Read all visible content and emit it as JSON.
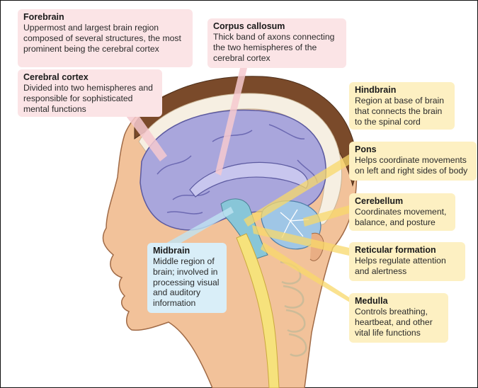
{
  "labels": {
    "forebrain": {
      "title": "Forebrain",
      "desc": "Uppermost and largest brain region composed of several structures, the most prominent being the cerebral cortex"
    },
    "corpus_callosum": {
      "title": "Corpus callosum",
      "desc": "Thick band of axons connecting the two hemispheres of the cerebral cortex"
    },
    "cerebral_cortex": {
      "title": "Cerebral cortex",
      "desc": "Divided into two hemispheres and responsible for sophisticated mental functions"
    },
    "hindbrain": {
      "title": "Hindbrain",
      "desc": "Region at base of brain that connects the brain to the spinal cord"
    },
    "pons": {
      "title": "Pons",
      "desc": "Helps coordinate movements on left and right sides of body"
    },
    "cerebellum": {
      "title": "Cerebellum",
      "desc": "Coordinates movement, balance, and posture"
    },
    "midbrain": {
      "title": "Midbrain",
      "desc": "Middle region of brain; involved in processing visual and auditory information"
    },
    "reticular_formation": {
      "title": "Reticular formation",
      "desc": "Helps regulate attention and alertness"
    },
    "medulla": {
      "title": "Medulla",
      "desc": "Controls breathing, heartbeat, and other vital life functions"
    }
  },
  "colors": {
    "pink_label": "#fbe4e6",
    "yellow_label": "#fdf0c2",
    "blue_label": "#d9eef8",
    "brain": "#a9a6dc",
    "skin": "#f2c29a",
    "hair": "#7a4a2a",
    "spinal": "#f6e27c",
    "cerebellum": "#9fc6e6"
  }
}
